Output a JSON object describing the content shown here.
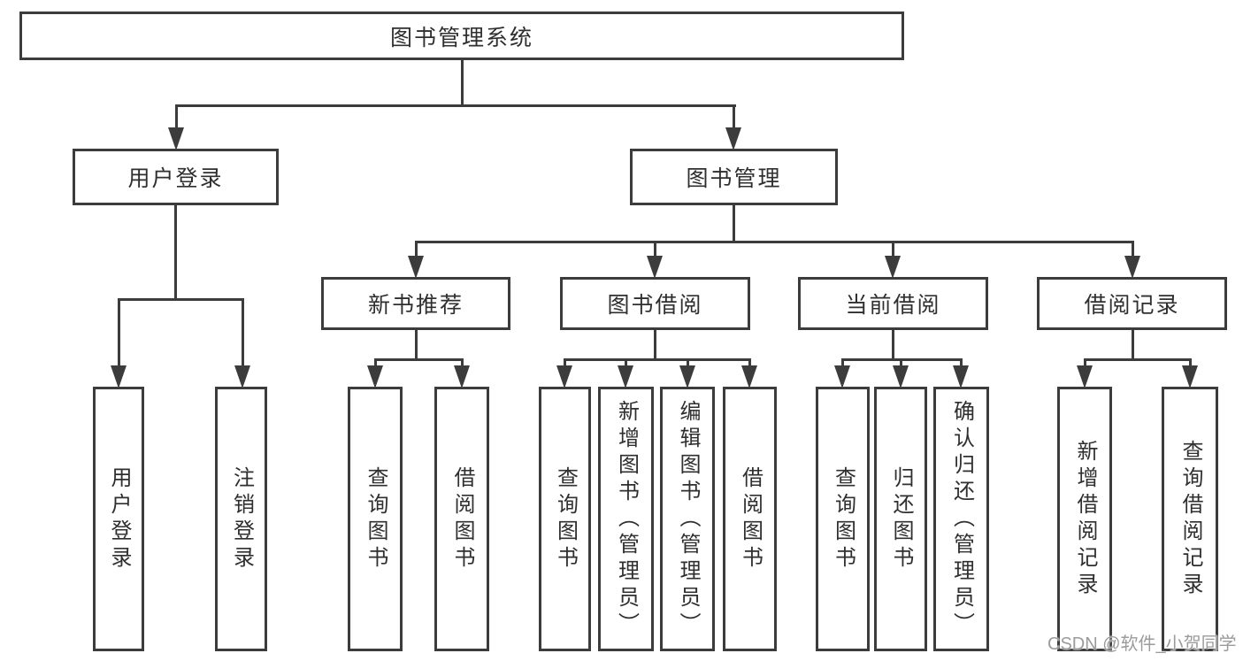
{
  "tree": {
    "root": {
      "label": "图书管理系统"
    },
    "branches": [
      {
        "label": "用户登录",
        "children": [
          "用户登录",
          "注销登录"
        ]
      },
      {
        "label": "图书管理",
        "sections": [
          {
            "label": "新书推荐",
            "children": [
              "查询图书",
              "借阅图书"
            ]
          },
          {
            "label": "图书借阅",
            "children": [
              "查询图书",
              "新增图书（管理员）",
              "编辑图书（管理员）",
              "借阅图书"
            ]
          },
          {
            "label": "当前借阅",
            "children": [
              "查询图书",
              "归还图书",
              "确认归还（管理员）"
            ]
          },
          {
            "label": "借阅记录",
            "children": [
              "新增借阅记录",
              "查询借阅记录"
            ]
          }
        ]
      }
    ]
  },
  "watermark": {
    "text": "CSDN @软件_小贺同学"
  },
  "colors": {
    "line": "#3c3c3c",
    "box_border": "#3c3c3c",
    "text": "#2f2f2f",
    "watermark": "#9b9b9b",
    "background": "#ffffff"
  }
}
